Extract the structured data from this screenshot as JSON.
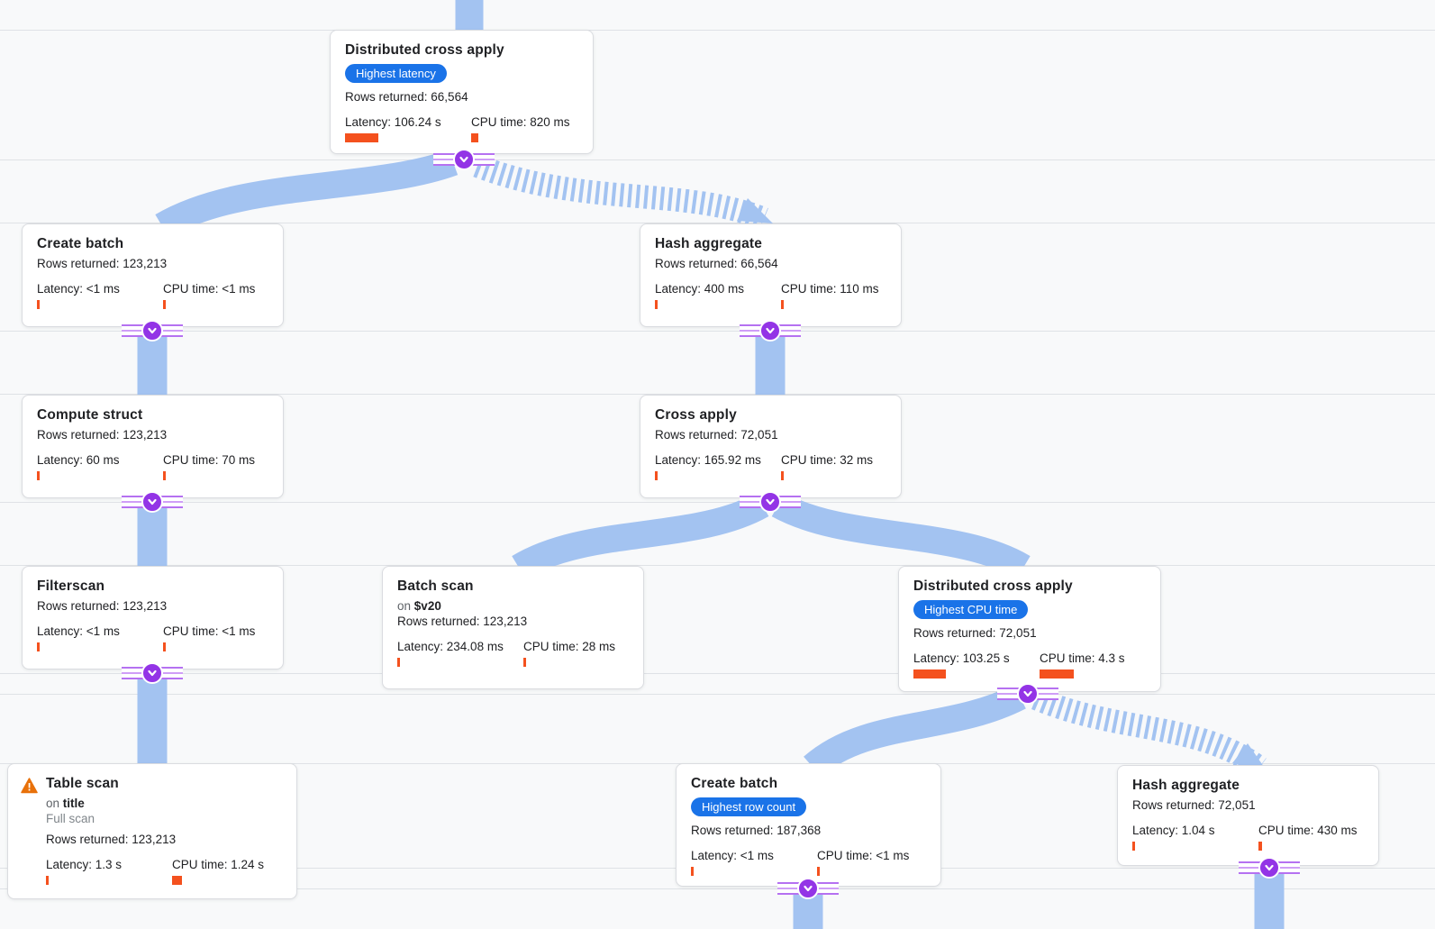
{
  "diagram": {
    "kind": "query-execution-plan-tree",
    "colors": {
      "background": "#f8f9fa",
      "edge_blue": "#a3c3f1",
      "connector_purple": "#9334e6",
      "connector_stripe_purple": "#b571f1",
      "badge_blue": "#1a73e8",
      "metric_bar_orange": "#f4511e",
      "warning_orange": "#e8710a",
      "card_border": "#dadce0"
    },
    "icons": {
      "connector": "chevron-down-icon",
      "warning": "warning-triangle-icon"
    }
  },
  "nodes": [
    {
      "id": "dca1",
      "title": "Distributed cross apply",
      "badge": "Highest latency",
      "rows": "Rows returned: 66,564",
      "latency": "Latency: 106.24 s",
      "cpu": "CPU time: 820 ms",
      "latency_bar": 37,
      "cpu_bar": 8
    },
    {
      "id": "create-batch-1",
      "title": "Create batch",
      "rows": "Rows returned: 123,213",
      "latency": "Latency: <1 ms",
      "cpu": "CPU time: <1 ms",
      "latency_bar": 3,
      "cpu_bar": 3
    },
    {
      "id": "hash-aggregate-1",
      "title": "Hash aggregate",
      "rows": "Rows returned: 66,564",
      "latency": "Latency: 400 ms",
      "cpu": "CPU time: 110 ms",
      "latency_bar": 3,
      "cpu_bar": 3
    },
    {
      "id": "compute-struct",
      "title": "Compute struct",
      "rows": "Rows returned: 123,213",
      "latency": "Latency: 60 ms",
      "cpu": "CPU time: 70 ms",
      "latency_bar": 3,
      "cpu_bar": 3
    },
    {
      "id": "cross-apply",
      "title": "Cross apply",
      "rows": "Rows returned: 72,051",
      "latency": "Latency: 165.92 ms",
      "cpu": "CPU time: 32 ms",
      "latency_bar": 3,
      "cpu_bar": 3
    },
    {
      "id": "filterscan",
      "title": "Filterscan",
      "rows": "Rows returned: 123,213",
      "latency": "Latency: <1 ms",
      "cpu": "CPU time: <1 ms",
      "latency_bar": 3,
      "cpu_bar": 3
    },
    {
      "id": "batch-scan",
      "title": "Batch scan",
      "on_prefix": "on",
      "on_target": "$v20",
      "rows": "Rows returned: 123,213",
      "latency": "Latency: 234.08 ms",
      "cpu": "CPU time: 28 ms",
      "latency_bar": 3,
      "cpu_bar": 3
    },
    {
      "id": "dca2",
      "title": "Distributed cross apply",
      "badge": "Highest CPU time",
      "rows": "Rows returned: 72,051",
      "latency": "Latency: 103.25 s",
      "cpu": "CPU time: 4.3 s",
      "latency_bar": 36,
      "cpu_bar": 38
    },
    {
      "id": "table-scan",
      "title": "Table scan",
      "warning": true,
      "on_prefix": "on",
      "on_target": "title",
      "subnote": "Full scan",
      "rows": "Rows returned: 123,213",
      "latency": "Latency: 1.3 s",
      "cpu": "CPU time: 1.24 s",
      "latency_bar": 3,
      "cpu_bar": 11
    },
    {
      "id": "create-batch-2",
      "title": "Create batch",
      "badge": "Highest row count",
      "rows": "Rows returned: 187,368",
      "latency": "Latency: <1 ms",
      "cpu": "CPU time: <1 ms",
      "latency_bar": 3,
      "cpu_bar": 3
    },
    {
      "id": "hash-aggregate-2",
      "title": "Hash aggregate",
      "rows": "Rows returned: 72,051",
      "latency": "Latency: 1.04 s",
      "cpu": "CPU time: 430 ms",
      "latency_bar": 3,
      "cpu_bar": 4
    }
  ]
}
